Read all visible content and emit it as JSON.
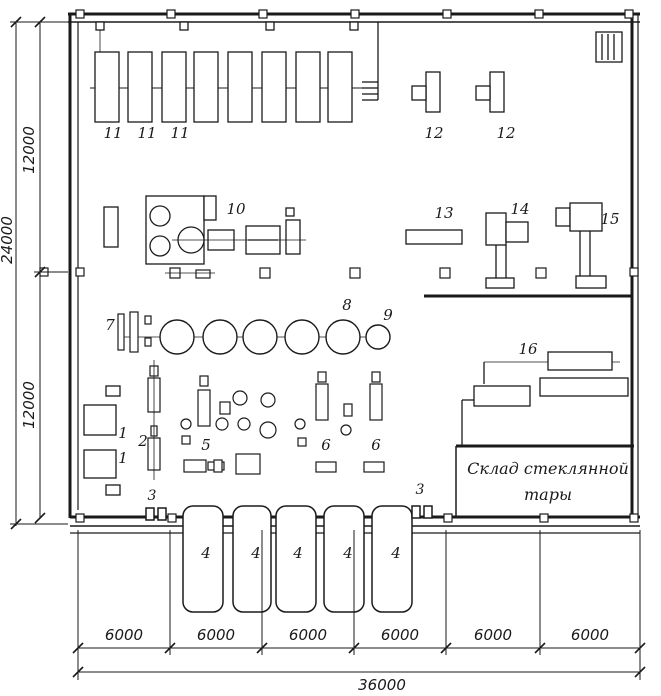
{
  "dimensions": {
    "bottom_spans": [
      "6000",
      "6000",
      "6000",
      "6000",
      "6000",
      "6000"
    ],
    "total_width": "36000",
    "left_spans": [
      "12000",
      "12000"
    ],
    "total_height": "24000"
  },
  "labels": {
    "n1a": "1",
    "n1b": "1",
    "n2": "2",
    "n3a": "3",
    "n3b": "3",
    "n4": [
      "4",
      "4",
      "4",
      "4",
      "4"
    ],
    "n5": "5",
    "n6a": "6",
    "n6b": "6",
    "n7": "7",
    "n8": "8",
    "n9": "9",
    "n10": "10",
    "n11": [
      "11",
      "11",
      "11"
    ],
    "n12a": "12",
    "n12b": "12",
    "n13": "13",
    "n14": "14",
    "n15": "15",
    "n16": "16"
  },
  "storage": {
    "line1": "Склад стеклянной",
    "line2": "тары"
  }
}
